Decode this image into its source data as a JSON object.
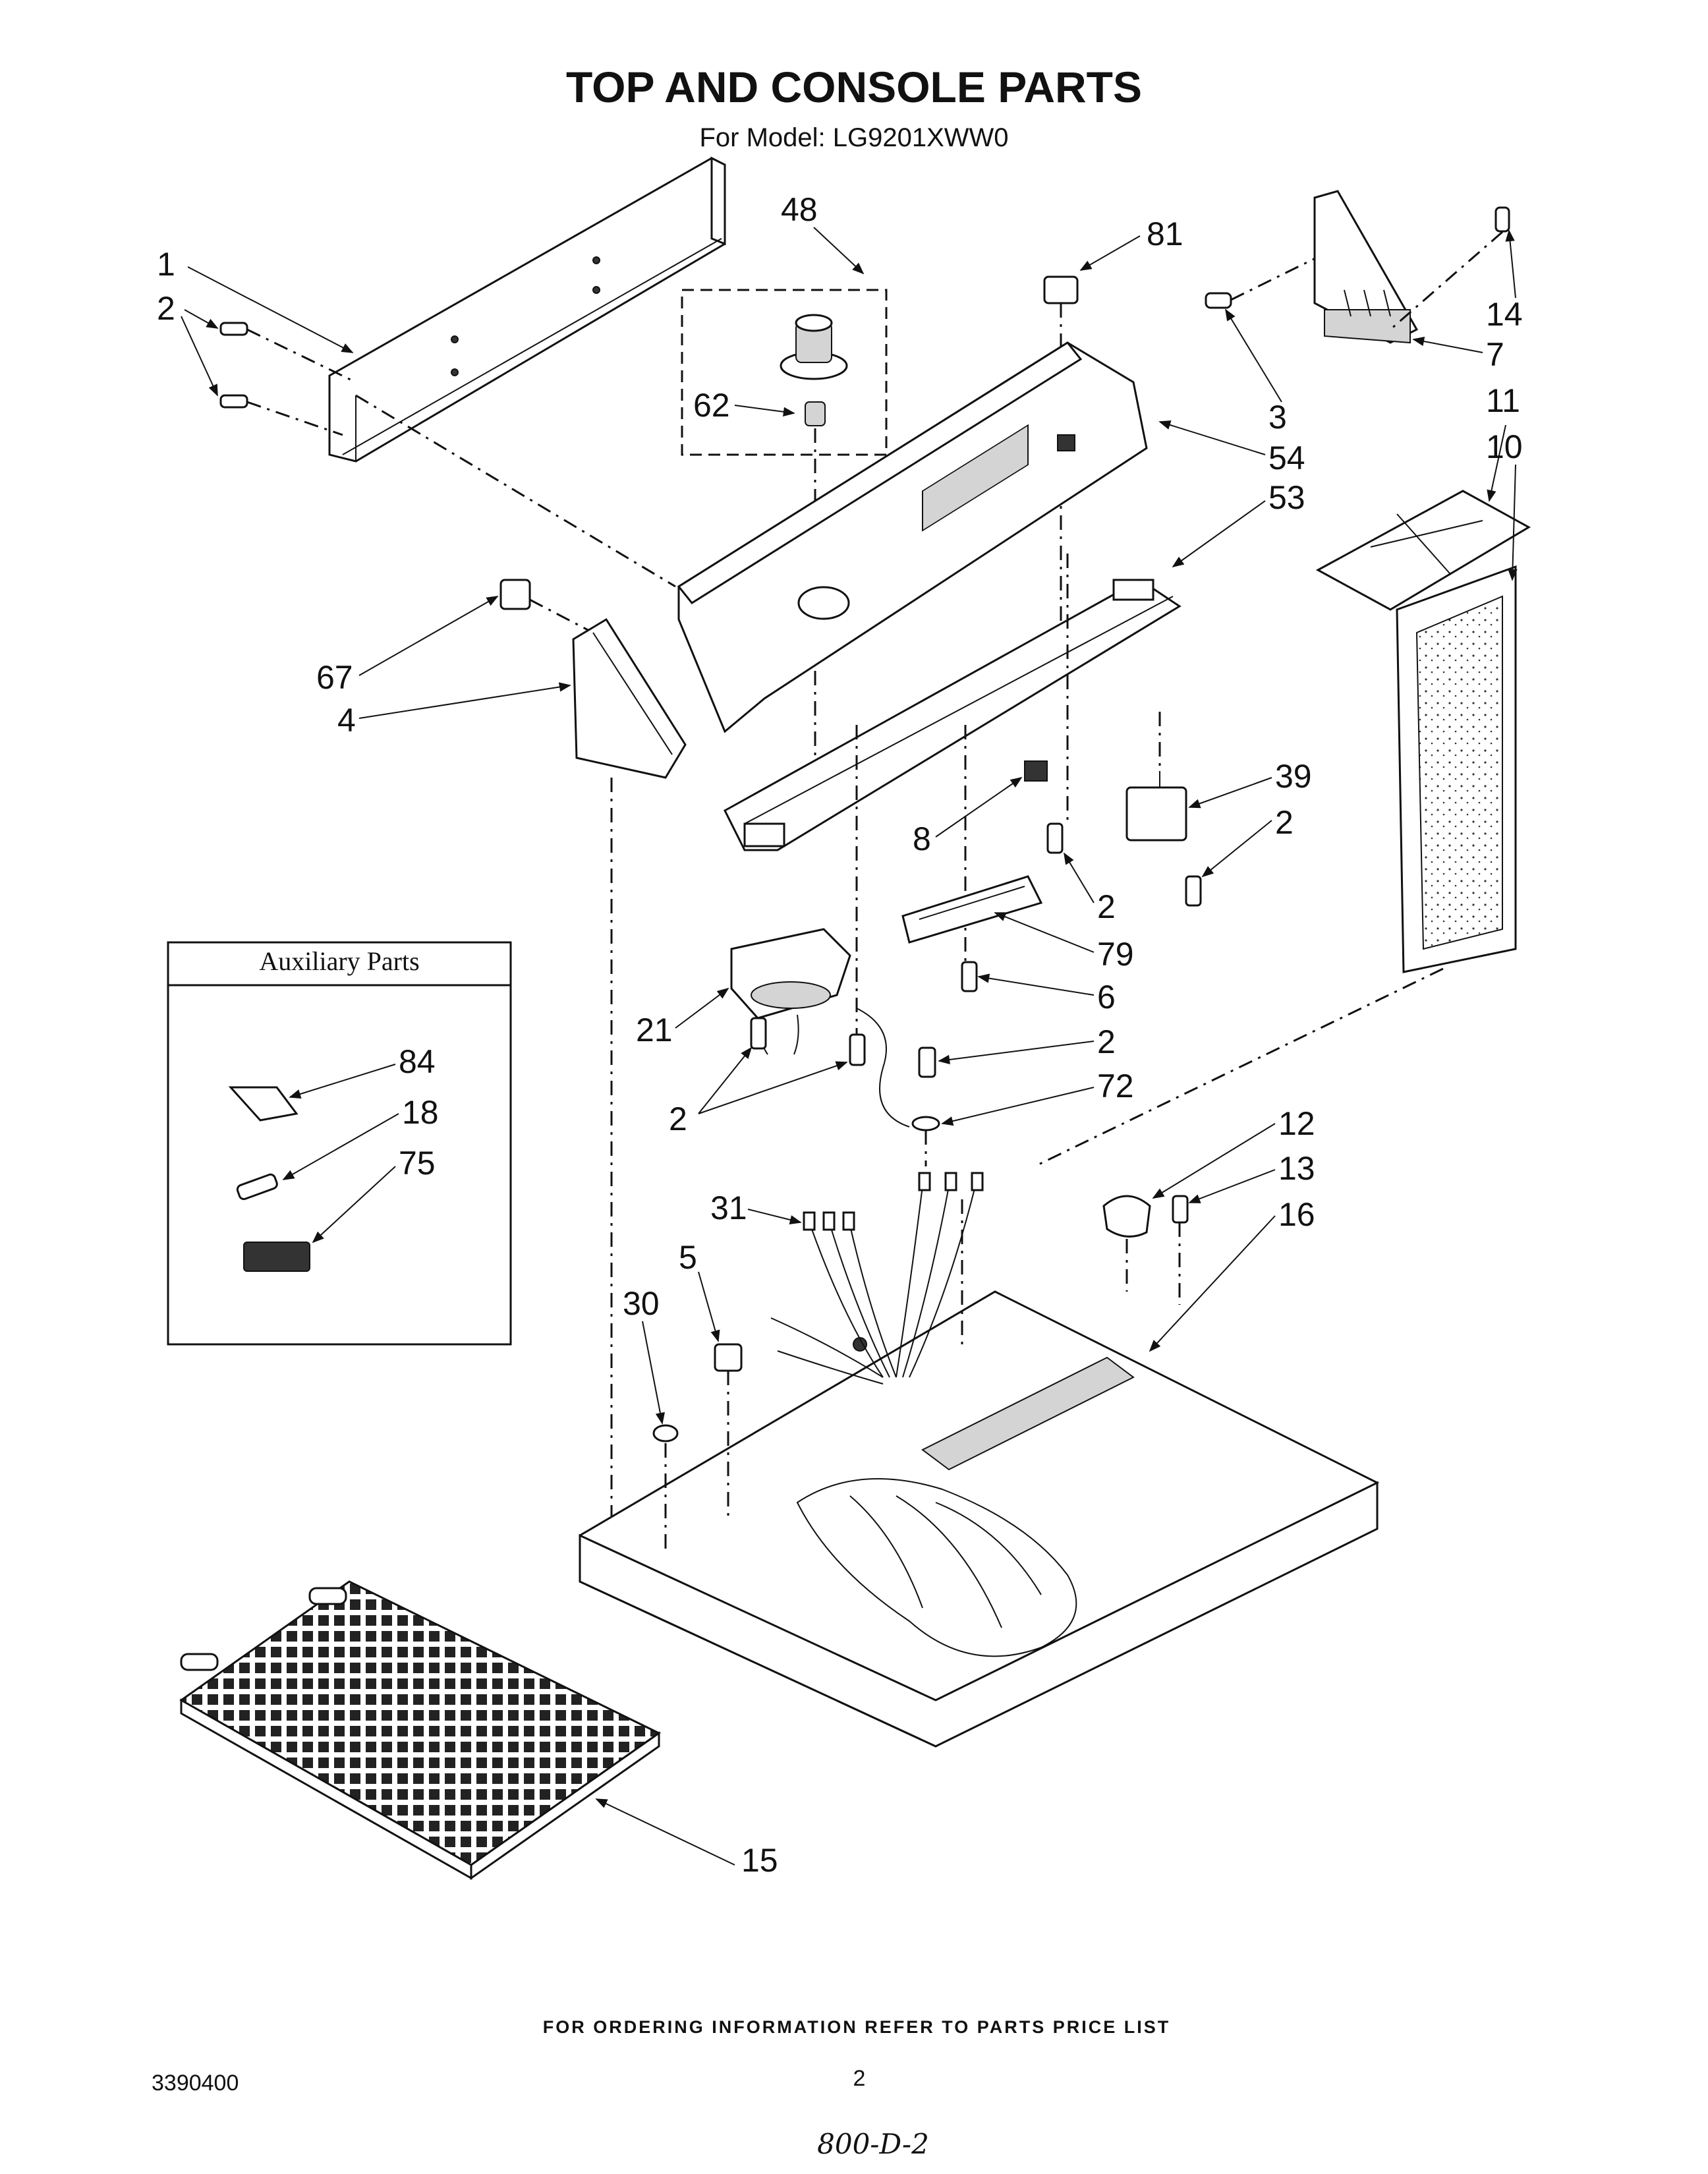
{
  "title": "TOP AND CONSOLE PARTS",
  "model_line": "For Model: LG9201XWW0",
  "aux_box_title": "Auxiliary Parts",
  "footer_note": "FOR ORDERING INFORMATION REFER TO PARTS PRICE LIST",
  "doc_number": "3390400",
  "page_number": "2",
  "handwritten_code": "800-D-2",
  "callouts": [
    {
      "id": "c-1",
      "label": "1"
    },
    {
      "id": "c-2a",
      "label": "2"
    },
    {
      "id": "c-48",
      "label": "48"
    },
    {
      "id": "c-81",
      "label": "81"
    },
    {
      "id": "c-14",
      "label": "14"
    },
    {
      "id": "c-7",
      "label": "7"
    },
    {
      "id": "c-3",
      "label": "3"
    },
    {
      "id": "c-62",
      "label": "62"
    },
    {
      "id": "c-54",
      "label": "54"
    },
    {
      "id": "c-11",
      "label": "11"
    },
    {
      "id": "c-10",
      "label": "10"
    },
    {
      "id": "c-53",
      "label": "53"
    },
    {
      "id": "c-67",
      "label": "67"
    },
    {
      "id": "c-4",
      "label": "4"
    },
    {
      "id": "c-39",
      "label": "39"
    },
    {
      "id": "c-2b",
      "label": "2"
    },
    {
      "id": "c-8",
      "label": "8"
    },
    {
      "id": "c-2c",
      "label": "2"
    },
    {
      "id": "c-79",
      "label": "79"
    },
    {
      "id": "c-6",
      "label": "6"
    },
    {
      "id": "c-21",
      "label": "21"
    },
    {
      "id": "c-2d",
      "label": "2"
    },
    {
      "id": "c-2e",
      "label": "2"
    },
    {
      "id": "c-72",
      "label": "72"
    },
    {
      "id": "c-84",
      "label": "84"
    },
    {
      "id": "c-18",
      "label": "18"
    },
    {
      "id": "c-75",
      "label": "75"
    },
    {
      "id": "c-12",
      "label": "12"
    },
    {
      "id": "c-13",
      "label": "13"
    },
    {
      "id": "c-16",
      "label": "16"
    },
    {
      "id": "c-31",
      "label": "31"
    },
    {
      "id": "c-5",
      "label": "5"
    },
    {
      "id": "c-30",
      "label": "30"
    },
    {
      "id": "c-15",
      "label": "15"
    }
  ]
}
